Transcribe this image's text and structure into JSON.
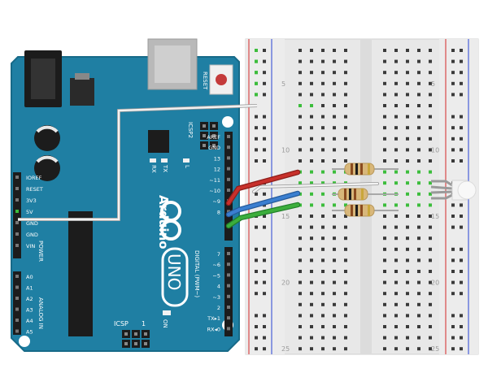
{
  "arduino": {
    "brand": "Arduino",
    "model": "UNO",
    "reset_label": "RESET",
    "icsp2_label": "ICSP2",
    "icsp_label": "ICSP",
    "icsp_pin1": "1",
    "digital_label": "DIGITAL (PWM~)",
    "power_label": "POWER",
    "analog_label": "ANALOG IN",
    "on_label": "ON",
    "rx_label": "RX",
    "tx_label": "TX",
    "l_label": "L",
    "power_pins": [
      "IOREF",
      "RESET",
      "3V3",
      "5V",
      "GND",
      "GND",
      "VIN"
    ],
    "analog_pins": [
      "A0",
      "A1",
      "A2",
      "A3",
      "A4",
      "A5"
    ],
    "digital_top_pins": [
      "AREF",
      "GND",
      "13",
      "12",
      "~11",
      "~10",
      "~9",
      "8"
    ],
    "digital_bottom_pins": [
      "7",
      "~6",
      "~5",
      "4",
      "~3",
      "2",
      "TX▸1",
      "RX◂0"
    ]
  },
  "breadboard": {
    "row_numbers": [
      "5",
      "10",
      "15",
      "20",
      "25"
    ]
  },
  "components": {
    "resistors": [
      "resistor-1",
      "resistor-2",
      "resistor-3"
    ],
    "led": "rgb-led",
    "wires": [
      {
        "name": "red-wire",
        "color": "#c8302b"
      },
      {
        "name": "white-wire",
        "color": "#f2f2f2"
      },
      {
        "name": "blue-wire",
        "color": "#3b7fd0"
      },
      {
        "name": "green-wire",
        "color": "#3cae3c"
      },
      {
        "name": "power-wire",
        "color": "#f2f2f2"
      }
    ]
  },
  "colors": {
    "board": "#1f7fa3",
    "board_dark": "#176a88",
    "breadboard": "#e9e9e9",
    "rail_red": "#d84a4a",
    "rail_blue": "#4a5fd8",
    "connected_hole": "#3cbd3c"
  }
}
